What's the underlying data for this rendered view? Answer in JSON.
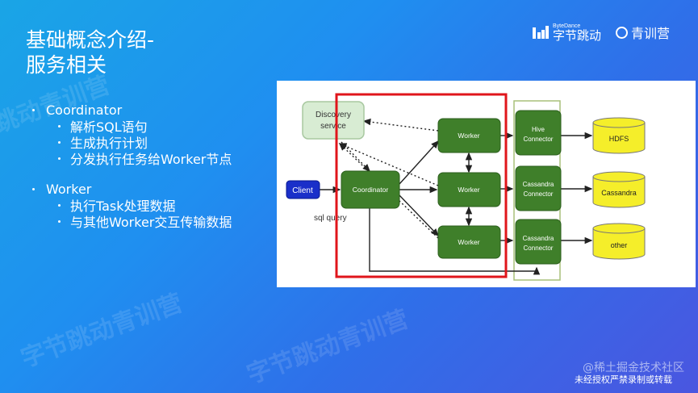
{
  "slide": {
    "title_line1": "基础概念介绍-",
    "title_line2": "服务相关"
  },
  "brand": {
    "logo_small": "ByteDance",
    "logo_big": "字节跳动",
    "camp": "青训营"
  },
  "bullets": [
    {
      "label": "Coordinator",
      "children": [
        "解析SQL语句",
        "生成执行计划",
        "分发执行任务给Worker节点"
      ]
    },
    {
      "label": "Worker",
      "children": [
        "执行Task处理数据",
        "与其他Worker交互传输数据"
      ]
    }
  ],
  "diagram": {
    "discovery": "Discovery\nservice",
    "client": "Client",
    "coordinator": "Coordinator",
    "sql_query": "sql query",
    "workers": [
      "Worker",
      "Worker",
      "Worker"
    ],
    "connectors": [
      "Hive\nConnector",
      "Cassandra\nConnector",
      "Cassandra\nConnector"
    ],
    "stores": [
      "HDFS",
      "Cassandra",
      "other"
    ]
  },
  "watermark": "字节跳动青训营",
  "footer": {
    "juejin": "@稀土掘金技术社区",
    "notice": "未经授权严禁录制或转载"
  },
  "colors": {
    "green_node": "#3f7f2a",
    "blue_node": "#1a2fc9",
    "discovery_fill": "#d8ecd3",
    "store_fill": "#f5ee2a",
    "highlight_border": "#e0151b"
  }
}
